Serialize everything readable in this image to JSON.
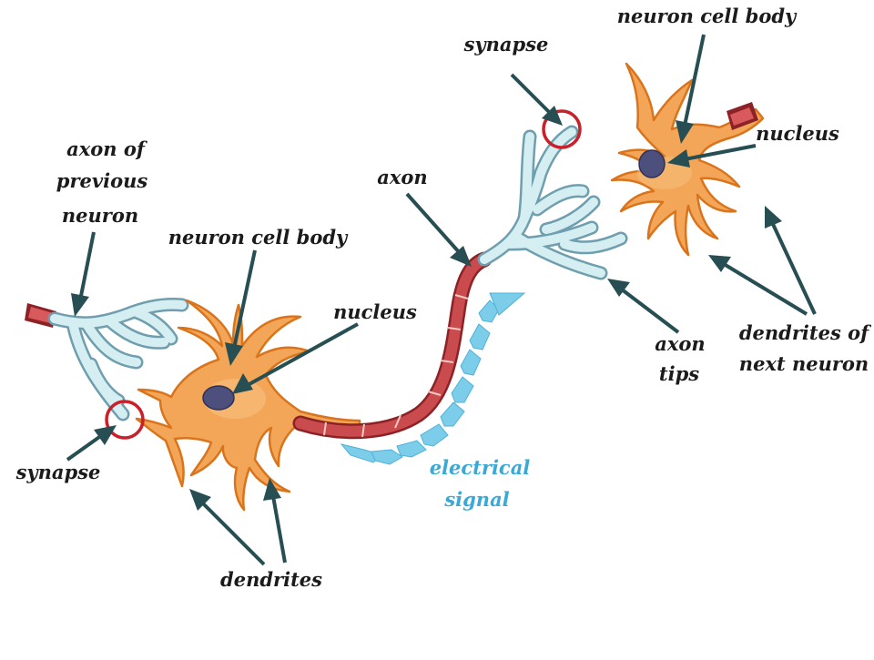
{
  "diagram": {
    "labels": {
      "left_axon_prev": [
        "axon of",
        "previous",
        "neuron"
      ],
      "left_cell_body": "neuron cell body",
      "left_nucleus": "nucleus",
      "left_synapse": "synapse",
      "left_dendrites": "dendrites",
      "axon": "axon",
      "electrical_signal": [
        "electrical",
        "signal"
      ],
      "right_synapse": "synapse",
      "right_cell_body": "neuron cell body",
      "right_nucleus": "nucleus",
      "axon_tips": [
        "axon",
        "tips"
      ],
      "next_dendrites": [
        "dendrites of",
        "next neuron"
      ]
    },
    "colors": {
      "cell_body": "#f3a657",
      "nucleus": "#4d4f7c",
      "axon": "#c94b4d",
      "axon_tips": "#d5eef2",
      "synapse_circle": "#c9202a",
      "signal": "#7ccde9",
      "signal_text": "#3aa9d8",
      "pointer": "#274e52"
    }
  }
}
